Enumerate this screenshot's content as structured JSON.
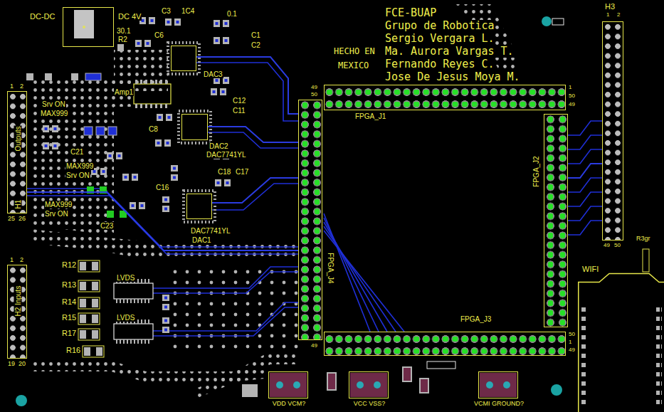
{
  "diagram": {
    "nodes": [
      {
        "text": [
          "DC-DC",
          "DC 4V"
        ]
      },
      {
        "text": [
          "H3"
        ]
      },
      {
        "text": [
          "DAC3"
        ]
      },
      {
        "text": [
          "FPGA_J1"
        ]
      },
      {
        "text": [
          "Outputs",
          "H1"
        ]
      },
      {
        "text": [
          "FPGA_J4"
        ]
      },
      {
        "text": [
          "DAC2",
          "DAC7741YL"
        ]
      },
      {
        "text": [
          "FPGA_J2"
        ]
      },
      {
        "text": [
          "DAC7741YL",
          "DAC1"
        ]
      },
      {
        "text": [
          "H2 Inputs"
        ]
      },
      {
        "text": [
          "WIFI"
        ]
      },
      {
        "text": [
          "FPGA_J3"
        ]
      },
      {
        "text": [
          "VDD VCM?"
        ]
      },
      {
        "text": [
          "VCC VSS?"
        ]
      },
      {
        "text": [
          "VCMI GROUND?"
        ]
      }
    ],
    "edges": [
      {
        "from": 4,
        "to": 5,
        "arrow": "none"
      },
      {
        "from": 2,
        "to": 5,
        "arrow": "none"
      },
      {
        "from": 6,
        "to": 5,
        "arrow": "none"
      },
      {
        "from": 8,
        "to": 5,
        "arrow": "none"
      },
      {
        "from": 7,
        "to": 1,
        "arrow": "none"
      }
    ],
    "labels": [
      "FCE-BUAP",
      "Grupo de Robotica",
      "Sergio Vergara L.",
      "Ma. Aurora Vargas T.",
      "Fernando Reyes C.",
      "Jose De Jesus Moya M.",
      "HECHO EN",
      "MEXICO",
      "30.1",
      "R2",
      "C3",
      "1C4",
      "0.1",
      "C6",
      "C1",
      "C2",
      "Amp1",
      "C12",
      "C11",
      "C8",
      "C18",
      "C17",
      "C21",
      "C16",
      "Srv ON",
      "MAX999",
      "MAX999",
      "Srv ON",
      "MAX999",
      "Srv ON",
      "C23",
      "1",
      "2",
      "25",
      "26",
      "1",
      "2",
      "19",
      "20",
      "1",
      "2",
      "49",
      "50",
      "49",
      "50",
      "1",
      "50",
      "49",
      "50",
      "1",
      "49",
      "49",
      "R12",
      "R13",
      "R14",
      "R15",
      "R17",
      "R16",
      "LVDS",
      "LVDS",
      "R3gr"
    ]
  }
}
